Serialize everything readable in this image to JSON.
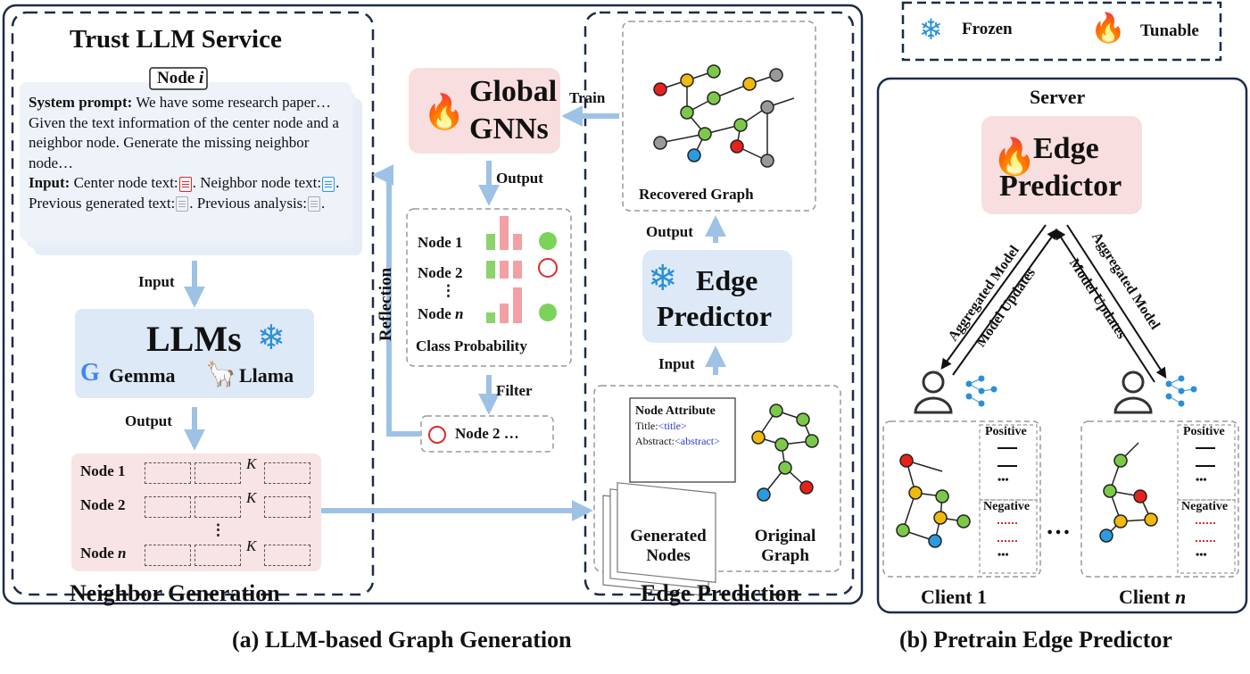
{
  "legend": {
    "frozen": "Frozen",
    "tunable": "Tunable"
  },
  "section_a": {
    "caption": "(a) LLM-based Graph Generation",
    "trust": {
      "title": "Trust LLM Service",
      "node_tag": "Node",
      "node_var": "i",
      "sys_label": "System prompt:",
      "sys_text": " We have some research paper…Given the text information of the center node and a neighbor node. Generate the missing neighbor node…",
      "input_label": "Input:",
      "input_t1": " Center node text:",
      "input_t2": ". Neighbor node text:",
      "input_t3": ". Previous generated text:",
      "input_t4": ". Previous analysis:",
      "input_t5": "."
    },
    "input_label": "Input",
    "output_label": "Output",
    "llms": {
      "title": "LLMs",
      "gemma": "Gemma",
      "llama": "Llama"
    },
    "nodes_out": {
      "rows": [
        "Node 1",
        "Node 2",
        "Node"
      ],
      "row_var": "n",
      "k": "K",
      "dots": "⋮"
    },
    "neighbor_gen": "Neighbor Generation",
    "reflection": "Reflection",
    "global_gnn": {
      "l1": "Global",
      "l2": "GNNs"
    },
    "train": "Train",
    "gnn_output": "Output",
    "class_prob": {
      "rows": [
        "Node 1",
        "Node 2",
        "⋮",
        "Node"
      ],
      "row_var": "n",
      "label": "Class Probability"
    },
    "filter": "Filter",
    "filtered": "Node 2 …",
    "recovered": "Recovered Graph",
    "edge_output": "Output",
    "edge_pred": {
      "l1": "Edge",
      "l2": "Predictor"
    },
    "edge_input": "Input",
    "attr": {
      "title": "Node Attribute",
      "t_label": "Title:",
      "t_val": "<title>",
      "a_label": "Abstract:",
      "a_val": "<abstract>"
    },
    "generated": "Generated Nodes",
    "original": "Original Graph",
    "edge_prediction": "Edge Prediction"
  },
  "section_b": {
    "caption": "(b) Pretrain Edge Predictor",
    "server": "Server",
    "edge_pred": {
      "l1": "Edge",
      "l2": "Predictor"
    },
    "aggregated": "Aggregated Model",
    "updates": "Model Updates",
    "positive": "Positive",
    "negative": "Negative",
    "client1": "Client 1",
    "clientn": "Client",
    "clientn_var": "n",
    "ellipsis": "…",
    "dots": "•••"
  },
  "colors": {
    "frozen_blue": "#2a8fd8",
    "tunable_red": "#e8221b",
    "arrow": "#9ec2e6",
    "pink_box": "#f8dede",
    "blue_box": "#dde9f7"
  }
}
